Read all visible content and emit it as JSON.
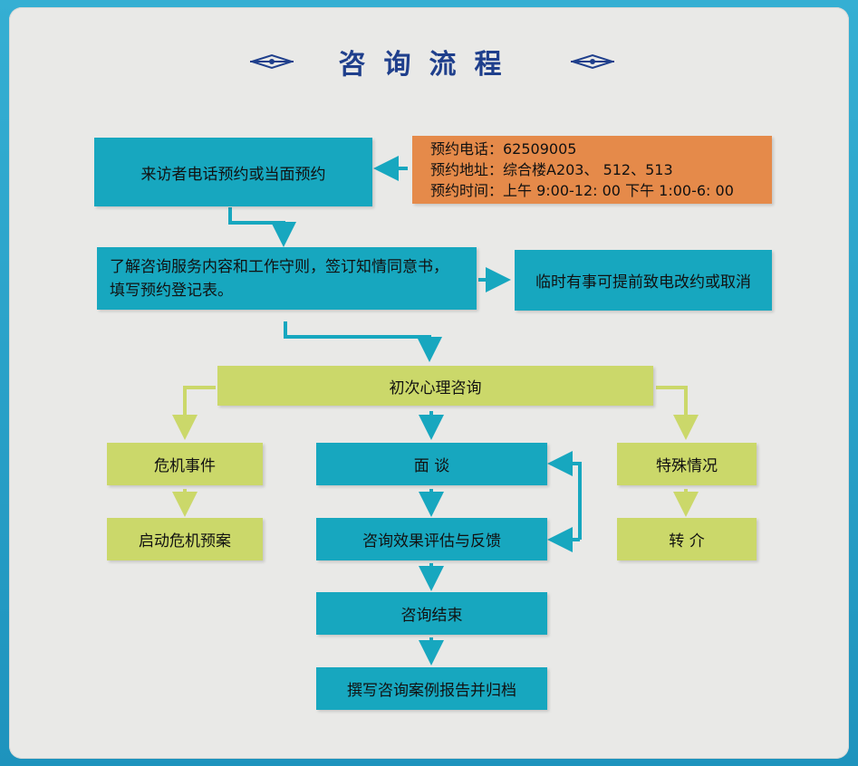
{
  "title": "咨询流程",
  "colors": {
    "teal": "#17a7bf",
    "lime": "#cbd86a",
    "orange": "#e58a4a",
    "title": "#1f3f8c",
    "frame": "#2aa3c9"
  },
  "nodes": {
    "appointment": "来访者电话预约或当面预约",
    "info": {
      "phone": "预约电话：62509005",
      "address": "预约地址：综合楼A203、 512、513",
      "time": "预约时间：上午 9:00-12: 00  下午 1:00-6: 00"
    },
    "understand_line1": "了解咨询服务内容和工作守则，签订知情同意书，",
    "understand_line2": "填写预约登记表。",
    "cancel": "临时有事可提前致电改约或取消",
    "first_consult": "初次心理咨询",
    "crisis": "危机事件",
    "crisis_plan": "启动危机预案",
    "interview": "面 谈",
    "evaluation": "咨询效果评估与反馈",
    "end": "咨询结束",
    "report": "撰写咨询案例报告并归档",
    "special": "特殊情况",
    "referral": "转 介"
  }
}
